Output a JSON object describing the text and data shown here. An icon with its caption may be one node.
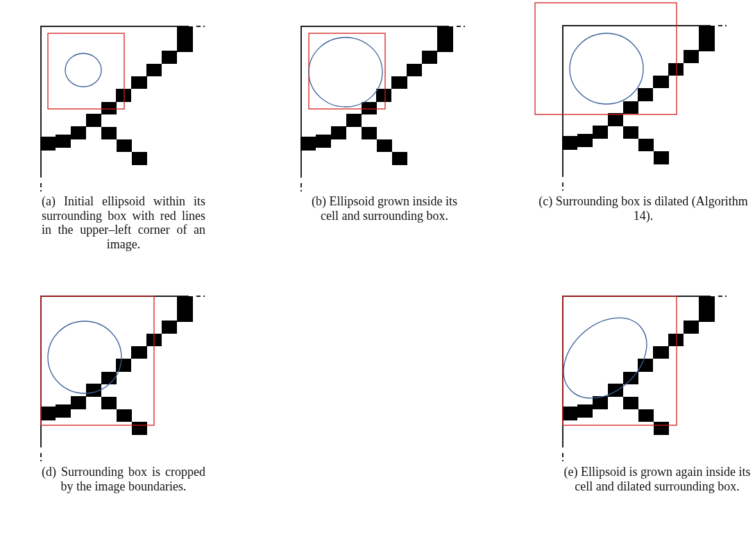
{
  "diagram": {
    "labels": [
      "(a) Initial ellipsoid within its surrounding box with red lines in the upper–left corner of an image.",
      "(b) Ellipsoid grown inside its cell and surrounding box.",
      "(c) Surrounding box is dilated (Algorithm 14).",
      "(d) Surrounding box is cropped by the image boundaries.",
      "(e) Ellipsoid is grown again inside its cell and dilated surrounding box."
    ]
  }
}
